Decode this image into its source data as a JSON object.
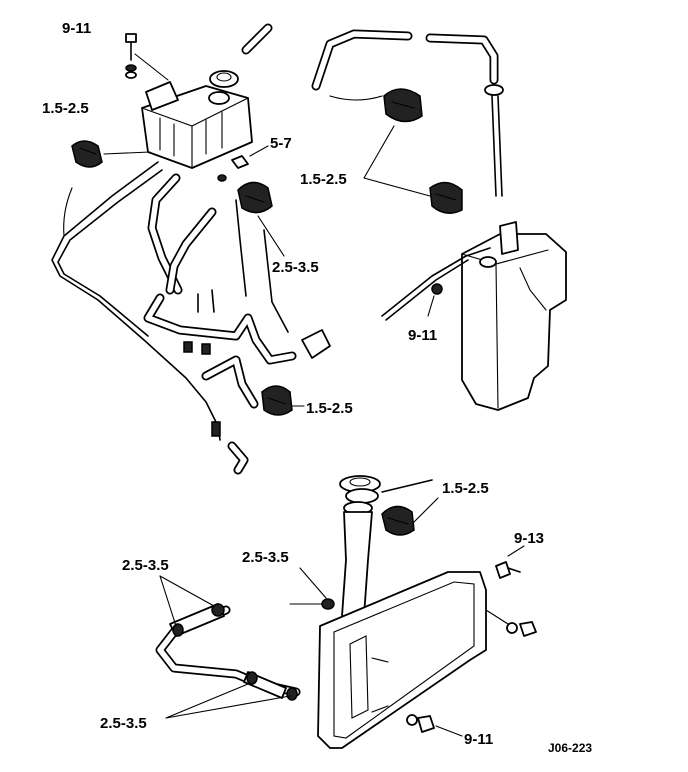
{
  "callouts": {
    "top_left_bolt": "9-11",
    "top_left_clamp": "1.5-2.5",
    "top_left_nut": "5-7",
    "top_left_hose_clamp": "2.5-3.5",
    "top_left_lower_clamp": "1.5-2.5",
    "top_right_clamp": "1.5-2.5",
    "top_right_nut": "9-11",
    "bottom_cap_clamp": "1.5-2.5",
    "bottom_bolt": "9-13",
    "bottom_left_fitting": "2.5-3.5",
    "bottom_mid_fitting": "2.5-3.5",
    "bottom_hose_fittings": "2.5-3.5",
    "bottom_nut": "9-11"
  },
  "figure_ref": "J06-223"
}
